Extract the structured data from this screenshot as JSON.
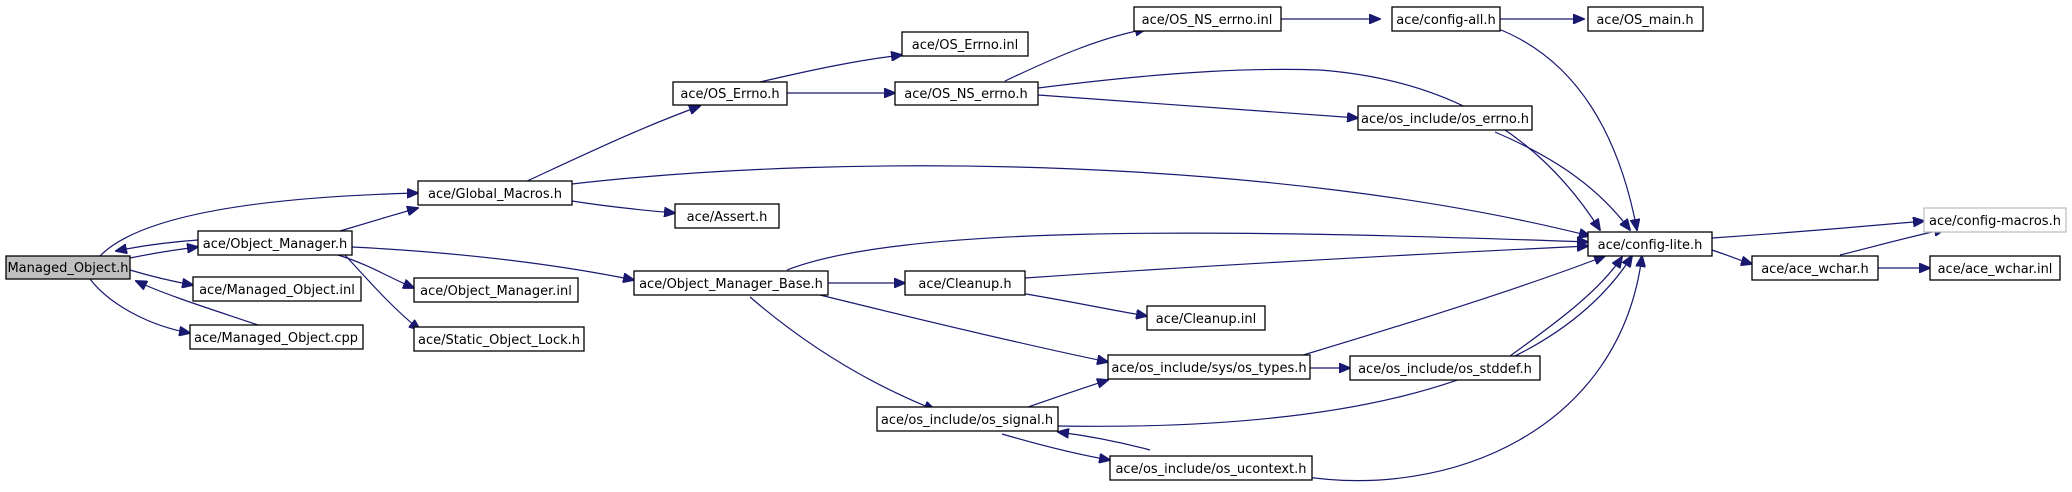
{
  "graph": {
    "nodes": {
      "managed_object_h": "Managed_Object.h",
      "object_manager_h": "ace/Object_Manager.h",
      "managed_object_inl": "ace/Managed_Object.inl",
      "managed_object_cpp": "ace/Managed_Object.cpp",
      "global_macros_h": "ace/Global_Macros.h",
      "object_manager_inl": "ace/Object_Manager.inl",
      "static_object_lock_h": "ace/Static_Object_Lock.h",
      "os_errno_h": "ace/OS_Errno.h",
      "assert_h": "ace/Assert.h",
      "object_manager_base_h": "ace/Object_Manager_Base.h",
      "os_errno_inl": "ace/OS_Errno.inl",
      "os_ns_errno_h": "ace/OS_NS_errno.h",
      "cleanup_h": "ace/Cleanup.h",
      "os_signal_h": "ace/os_include/os_signal.h",
      "os_ns_errno_inl": "ace/OS_NS_errno.inl",
      "cleanup_inl": "ace/Cleanup.inl",
      "os_types_h": "ace/os_include/sys/os_types.h",
      "os_ucontext_h": "ace/os_include/os_ucontext.h",
      "config_all_h": "ace/config-all.h",
      "os_include_os_errno_h": "ace/os_include/os_errno.h",
      "os_stddef_h": "ace/os_include/os_stddef.h",
      "os_main_h": "ace/OS_main.h",
      "config_lite_h": "ace/config-lite.h",
      "ace_wchar_h": "ace/ace_wchar.h",
      "config_macros_h": "ace/config-macros.h",
      "ace_wchar_inl": "ace/ace_wchar.inl"
    },
    "edge_color": "#191970",
    "root_fill": "#bfbfbf",
    "external_border": "#bfbfbf"
  }
}
